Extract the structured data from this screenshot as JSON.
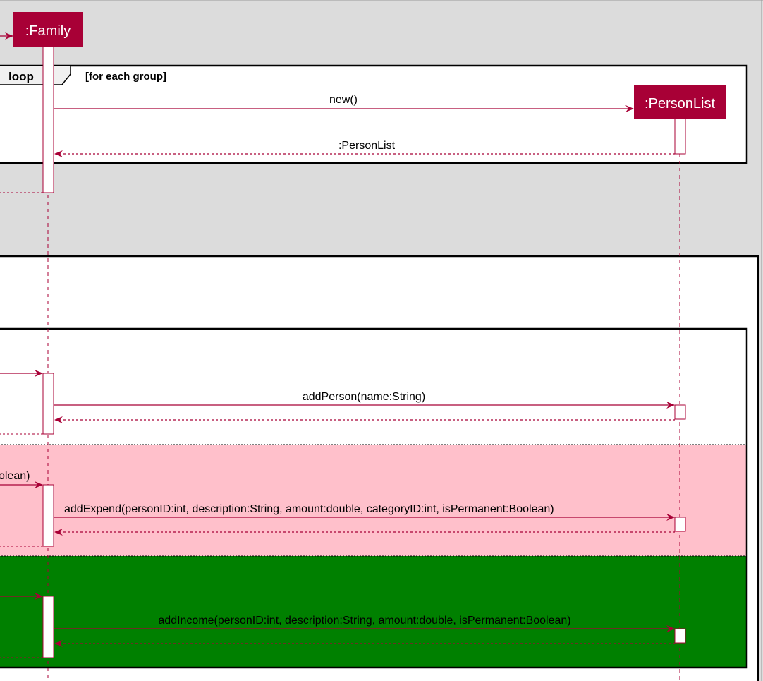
{
  "participants": {
    "family": ":Family",
    "personlist": ":PersonList"
  },
  "loop_frame": {
    "keyword": "loop",
    "guard": "[for each group]"
  },
  "messages": {
    "new_call": "new()",
    "new_return": ":PersonList",
    "add_person": "addPerson(name:String)",
    "add_expend": "addExpend(personID:int, description:String, amount:double, categoryID:int, isPermanent:Boolean)",
    "add_expend_left_fragment": "olean)",
    "add_income": "addIncome(personID:int, description:String, amount:double, isPermanent:Boolean)"
  },
  "colors": {
    "accent": "#a80036",
    "background": "#dcdcdc",
    "frame_white": "#ffffff",
    "expend_region": "#ffc0cb",
    "income_region": "#008000"
  }
}
